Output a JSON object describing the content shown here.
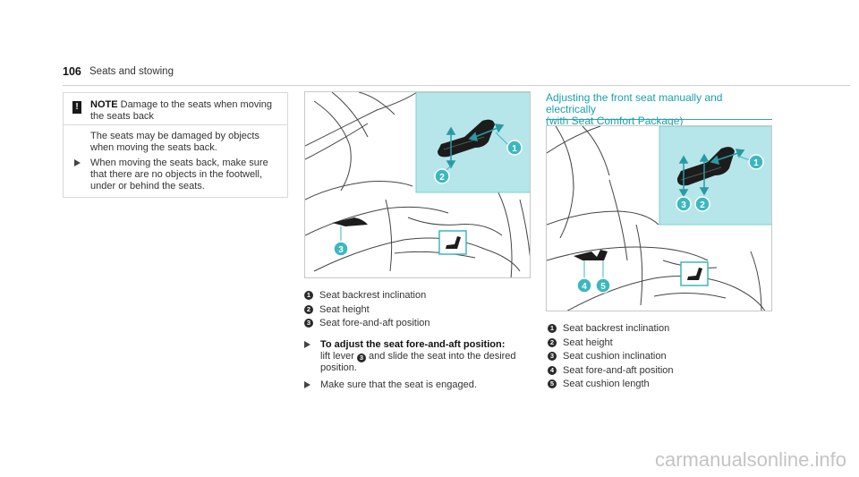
{
  "header": {
    "page_number": "106",
    "section": "Seats and stowing"
  },
  "note": {
    "icon": "!",
    "title": "NOTE",
    "title_text": "Damage to the seats when moving the seats back",
    "body": "The seats may be damaged by objects when moving the seats back.",
    "bullet": "When moving the seats back, make sure that there are no objects in the footwell, under or behind the seats."
  },
  "illustration1": {
    "callouts": [
      "1",
      "2",
      "3"
    ]
  },
  "legend1": [
    {
      "num": "1",
      "text": "Seat backrest inclination"
    },
    {
      "num": "2",
      "text": "Seat height"
    },
    {
      "num": "3",
      "text": "Seat fore-and-aft position"
    }
  ],
  "steps": {
    "step1_bold": "To adjust the seat fore-and-aft position:",
    "step1_a": "lift lever",
    "step1_num": "3",
    "step1_b": "and slide the seat into the desired position.",
    "step2": "Make sure that the seat is engaged."
  },
  "section2": {
    "title_line1": "Adjusting the front seat manually and electrically",
    "title_line2": "(with Seat Comfort Package)"
  },
  "illustration2": {
    "callouts": [
      "1",
      "2",
      "3",
      "4",
      "5"
    ]
  },
  "legend2": [
    {
      "num": "1",
      "text": "Seat backrest inclination"
    },
    {
      "num": "2",
      "text": "Seat height"
    },
    {
      "num": "3",
      "text": "Seat cushion inclination"
    },
    {
      "num": "4",
      "text": "Seat fore-and-aft position"
    },
    {
      "num": "5",
      "text": "Seat cushion length"
    }
  ],
  "watermark": "carmanualsonline.info",
  "colors": {
    "accent": "#1aa0ab",
    "panel": "#b6e6e9",
    "callout": "#3bb8bf"
  }
}
